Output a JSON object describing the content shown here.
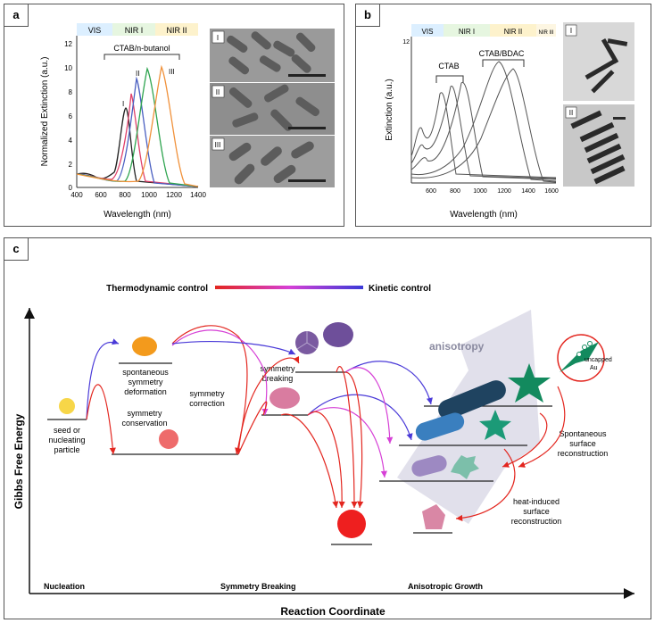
{
  "panel_a": {
    "label": "a",
    "bands": [
      "VIS",
      "NIR I",
      "NIR II"
    ],
    "series_label": "CTAB/n-butanol",
    "curve_labels": [
      "I",
      "II",
      "III"
    ],
    "ylabel": "Normalized Extinction (a.u.)",
    "xlabel": "Wavelength (nm)",
    "yticks": [
      "0",
      "2",
      "4",
      "6",
      "8",
      "10",
      "12"
    ],
    "xticks": [
      "400",
      "600",
      "800",
      "1000",
      "1200",
      "1400"
    ],
    "micrograph_labels": [
      "I",
      "II",
      "III"
    ],
    "colors": [
      "#222222",
      "#e0416b",
      "#4a5fc1",
      "#2ea44f",
      "#f0913a"
    ]
  },
  "panel_b": {
    "label": "b",
    "bands": [
      "VIS",
      "NIR I",
      "NIR II",
      "NIR III"
    ],
    "ytop": "12",
    "group_labels": [
      "CTAB",
      "CTAB/BDAC"
    ],
    "ylabel": "Extinction (a.u.)",
    "xlabel": "Wavelength (nm)",
    "xticks": [
      "600",
      "800",
      "1000",
      "1200",
      "1400",
      "1600"
    ],
    "micrograph_labels": [
      "I",
      "II"
    ]
  },
  "panel_c": {
    "label": "c",
    "legend_left": "Thermodynamic control",
    "legend_right": "Kinetic control",
    "y_axis": "Gibbs Free Energy",
    "x_axis": "Reaction Coordinate",
    "stages": [
      "Nucleation",
      "Symmetry Breaking",
      "Anisotropic Growth"
    ],
    "seed_label": [
      "seed or",
      "nucleating",
      "particle"
    ],
    "spont_def": [
      "spontaneous",
      "symmetry",
      "deformation"
    ],
    "sym_cons": [
      "symmetry",
      "conservation"
    ],
    "sym_corr": [
      "symmetry",
      "correction"
    ],
    "sym_break": [
      "symmetry",
      "breaking"
    ],
    "anisotropy": "anisotropy",
    "uncapped": [
      "uncapped",
      "Au"
    ],
    "spont_recon": [
      "Spontaneous",
      "surface",
      "reconstruction"
    ],
    "heat_recon": [
      "heat-induced",
      "surface",
      "reconstruction"
    ]
  }
}
